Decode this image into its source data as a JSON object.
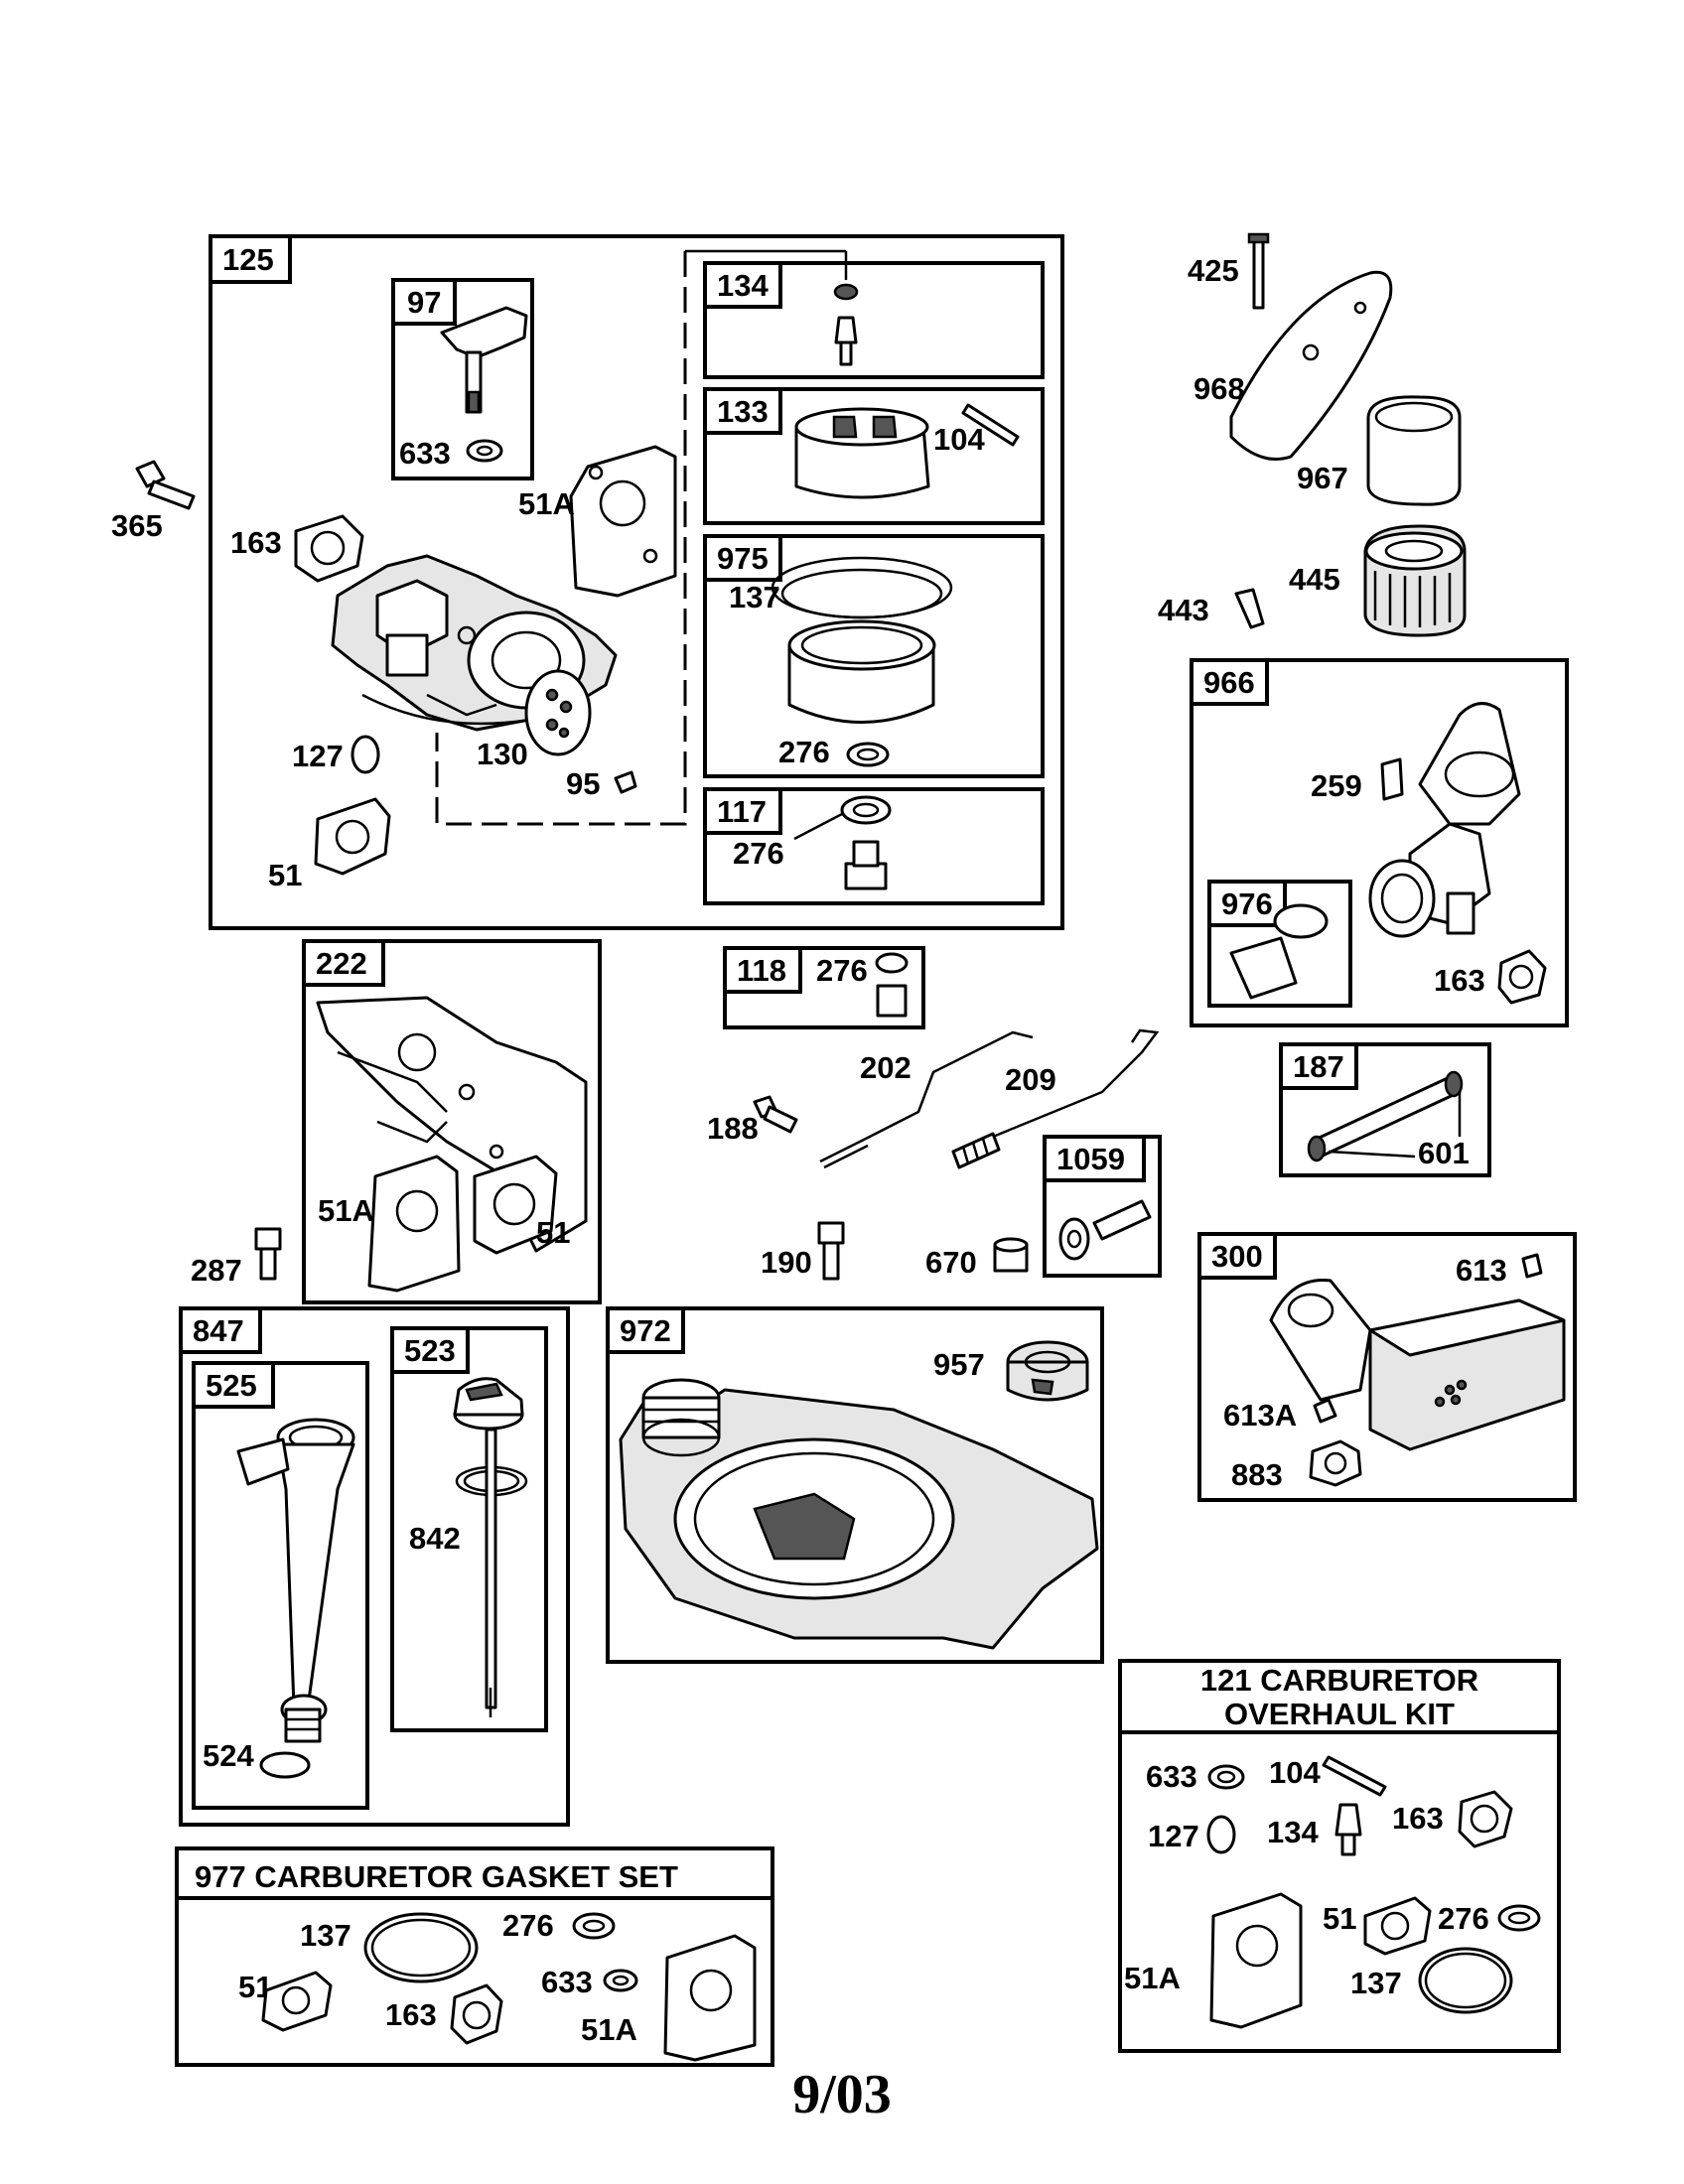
{
  "title_blocks": {
    "overhaul_kit_line1": "121 CARBURETOR",
    "overhaul_kit_line2": "OVERHAUL KIT",
    "gasket_set": "977 CARBURETOR  GASKET SET"
  },
  "footer_date": "9/03",
  "labels": {
    "l125": "125",
    "l97": "97",
    "l633a": "633",
    "l51a_top": "51A",
    "l163a": "163",
    "l365": "365",
    "l127a": "127",
    "l130": "130",
    "l95": "95",
    "l51_top": "51",
    "l134": "134",
    "l133": "133",
    "l104a": "104",
    "l975": "975",
    "l137a": "137",
    "l276a": "276",
    "l117": "117",
    "l276b": "276",
    "l425": "425",
    "l968": "968",
    "l967": "967",
    "l445": "445",
    "l443": "443",
    "l966": "966",
    "l259": "259",
    "l976": "976",
    "l163b": "163",
    "l222": "222",
    "l51a_222": "51A",
    "l51_222": "51",
    "l287": "287",
    "l118": "118",
    "l276c": "276",
    "l202": "202",
    "l209": "209",
    "l188": "188",
    "l1059": "1059",
    "l190": "190",
    "l670": "670",
    "l187": "187",
    "l601": "601",
    "l300": "300",
    "l613": "613",
    "l613a": "613A",
    "l883": "883",
    "l847": "847",
    "l525": "525",
    "l523": "523",
    "l842": "842",
    "l524": "524",
    "l972": "972",
    "l957": "957",
    "l633b": "633",
    "l104b": "104",
    "l127b": "127",
    "l134b": "134",
    "l163c": "163",
    "l51b": "51",
    "l276d": "276",
    "l51a_kit": "51A",
    "l137b": "137",
    "l137c": "137",
    "l276e": "276",
    "l51c": "51",
    "l163d": "163",
    "l633c": "633",
    "l51a_gs": "51A"
  }
}
